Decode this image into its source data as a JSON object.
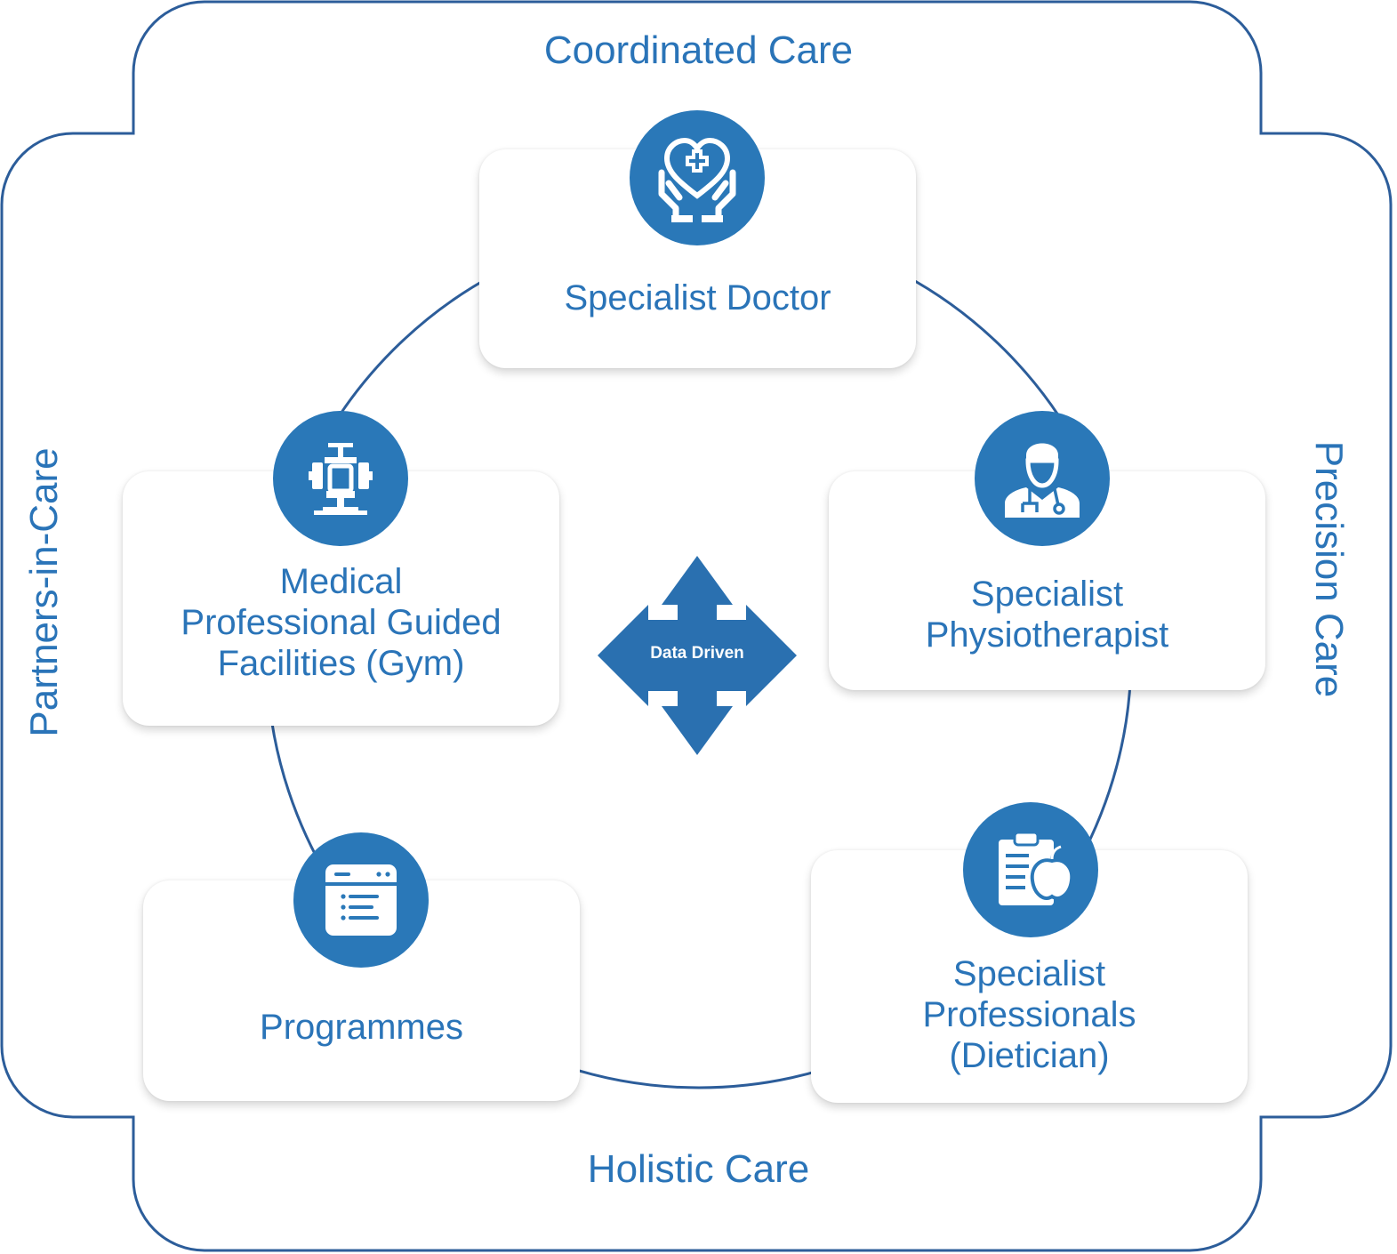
{
  "frame": {
    "top_label": "Coordinated Care",
    "bottom_label": "Holistic Care",
    "left_label": "Partners-in-Care",
    "right_label": "Precision Care"
  },
  "center": {
    "label": "Data Driven"
  },
  "nodes": [
    {
      "id": "specialist-doctor",
      "label": "Specialist Doctor",
      "icon": "heart-hands-icon"
    },
    {
      "id": "specialist-physiotherapist",
      "label": "Specialist\nPhysiotherapist",
      "icon": "doctor-icon"
    },
    {
      "id": "specialist-dietician",
      "label": "Specialist\nProfessionals\n(Dietician)",
      "icon": "clipboard-apple-icon"
    },
    {
      "id": "programmes",
      "label": "Programmes",
      "icon": "browser-list-icon"
    },
    {
      "id": "gym",
      "label": "Medical\nProfessional Guided\nFacilities (Gym)",
      "icon": "gym-machine-icon"
    }
  ],
  "colors": {
    "accent": "#2a74b8",
    "frame": "#2c5d9a"
  }
}
